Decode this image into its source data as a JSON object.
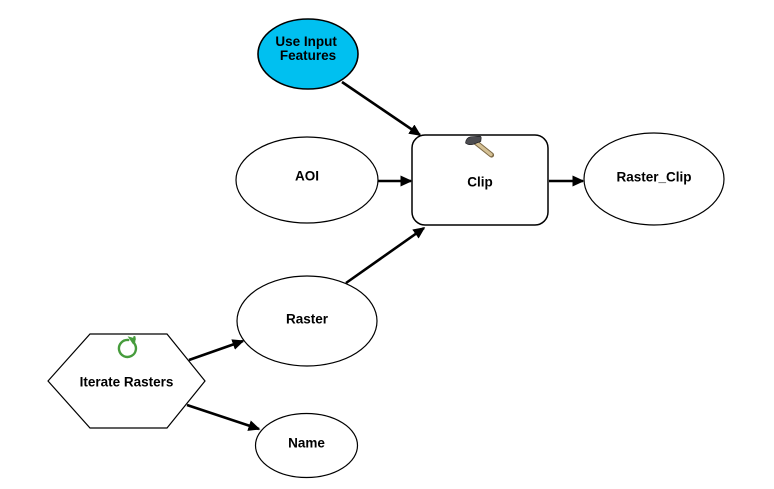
{
  "diagram": {
    "type": "model-builder-flowchart",
    "background_color": "#ffffff",
    "connector_color": "#000000",
    "nodes": [
      {
        "id": "use-input-features",
        "shape": "ellipse",
        "label": "Use Input Features",
        "label_lines": [
          "Use Input",
          "Features"
        ],
        "fill": "#00c0f0",
        "stroke": "#000000"
      },
      {
        "id": "aoi",
        "shape": "ellipse",
        "label": "AOI",
        "fill": "#ffffff",
        "stroke": "#000000"
      },
      {
        "id": "clip",
        "shape": "rounded-rectangle",
        "label": "Clip",
        "icon": "hammer-icon",
        "fill": "#ffffff",
        "stroke": "#000000"
      },
      {
        "id": "raster-clip",
        "shape": "ellipse",
        "label": "Raster_Clip",
        "fill": "#ffffff",
        "stroke": "#000000"
      },
      {
        "id": "raster",
        "shape": "ellipse",
        "label": "Raster",
        "fill": "#ffffff",
        "stroke": "#000000"
      },
      {
        "id": "iterate-rasters",
        "shape": "hexagon",
        "label": "Iterate Rasters",
        "icon": "iterate-loop-icon",
        "icon_color": "#469c3c",
        "fill": "#ffffff",
        "stroke": "#000000"
      },
      {
        "id": "name",
        "shape": "ellipse",
        "label": "Name",
        "fill": "#ffffff",
        "stroke": "#000000"
      }
    ],
    "connections": [
      {
        "from": "use-input-features",
        "to": "clip"
      },
      {
        "from": "aoi",
        "to": "clip"
      },
      {
        "from": "raster",
        "to": "clip"
      },
      {
        "from": "clip",
        "to": "raster-clip"
      },
      {
        "from": "iterate-rasters",
        "to": "raster"
      },
      {
        "from": "iterate-rasters",
        "to": "name"
      }
    ],
    "hammer_icon_colors": {
      "head": "#4c4c50",
      "handle": "#d4c094"
    }
  }
}
